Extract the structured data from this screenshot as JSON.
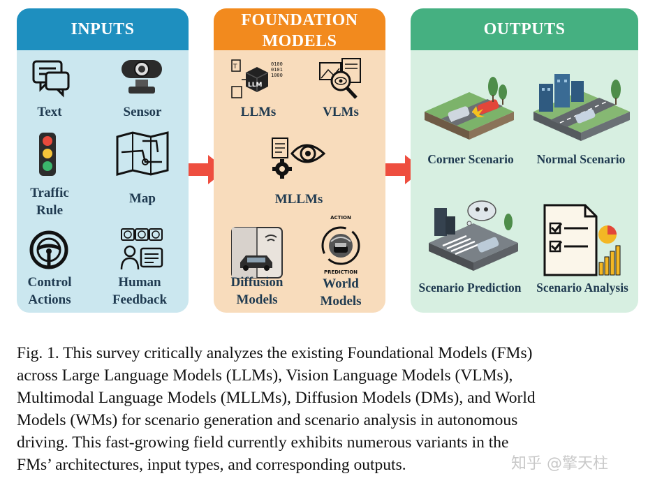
{
  "inputs": {
    "title": "INPUTS",
    "items": {
      "text": "Text",
      "sensor": "Sensor",
      "traffic_rule_1": "Traffic",
      "traffic_rule_2": "Rule",
      "map": "Map",
      "control_1": "Control",
      "control_2": "Actions",
      "feedback_1": "Human",
      "feedback_2": "Feedback"
    }
  },
  "foundation": {
    "title_1": "FOUNDATION",
    "title_2": "MODELS",
    "items": {
      "llms": "LLMs",
      "vlms": "VLMs",
      "mllms": "MLLMs",
      "diffusion_1": "Diffusion",
      "diffusion_2": "Models",
      "world_1": "World",
      "world_2": "Models",
      "action_tag": "ACTION",
      "prediction_tag": "PREDICTION",
      "llm_cube": "LLM"
    }
  },
  "outputs": {
    "title": "OUTPUTS",
    "items": {
      "corner": "Corner Scenario",
      "normal": "Normal Scenario",
      "prediction": "Scenario Prediction",
      "analysis": "Scenario Analysis"
    }
  },
  "caption": {
    "lines": [
      "Fig. 1.  This survey critically analyzes the existing Foundational Models (FMs)",
      "across Large Language Models (LLMs), Vision Language Models (VLMs),",
      "Multimodal Language Models (MLLMs), Diffusion Models (DMs), and World",
      "Models (WMs) for scenario generation and scenario analysis in autonomous",
      "driving. This fast-growing field currently exhibits numerous variants in the",
      "FMs’ architectures, input types, and corresponding outputs."
    ]
  },
  "watermark": "知乎 @擎天柱",
  "colors": {
    "inputs_head": "#1e8fbf",
    "inputs_body": "#cbe7ef",
    "foundation_head": "#f28a1e",
    "foundation_body": "#f8dcbc",
    "outputs_head": "#45b081",
    "outputs_body": "#d7efe1",
    "arrow": "#ee4e3f"
  }
}
